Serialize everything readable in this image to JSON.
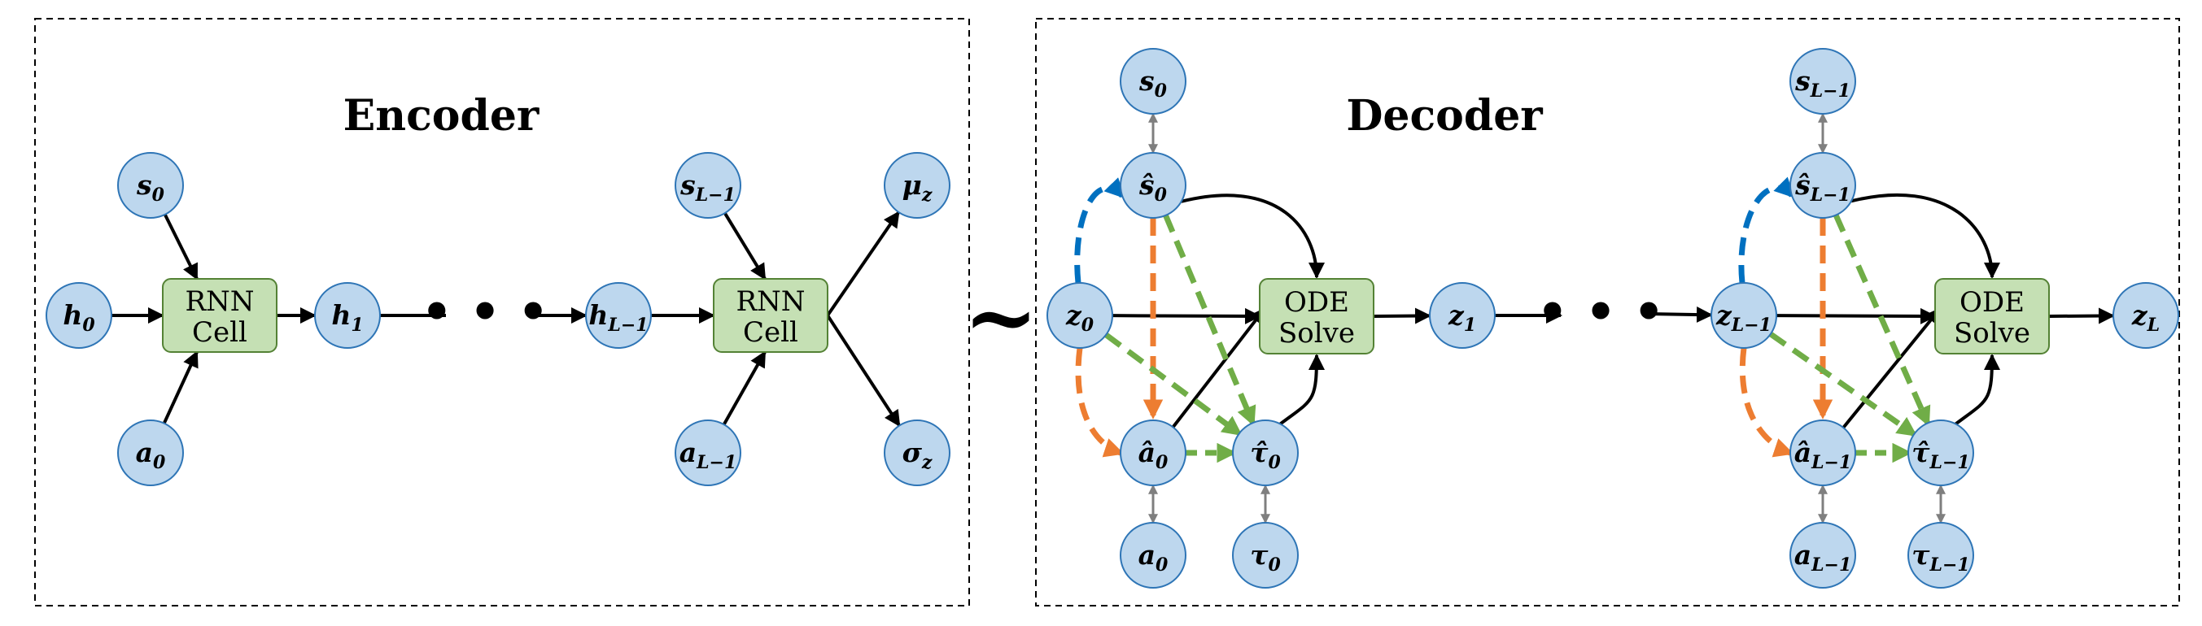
{
  "colors": {
    "node_fill": "#bdd7ee",
    "node_stroke": "#2e75b6",
    "block_fill": "#c5e0b4",
    "block_stroke": "#548235",
    "arrow_black": "#000000",
    "arrow_gray": "#7f7f7f",
    "arrow_blue": "#0070c0",
    "arrow_orange": "#ed7d31",
    "arrow_green": "#70ad47"
  },
  "encoder": {
    "title": "Encoder",
    "rnn_cell_label_1": "RNN",
    "rnn_cell_label_2": "Cell",
    "nodes": {
      "s0": {
        "base": "s",
        "sub": "0"
      },
      "h0": {
        "base": "h",
        "sub": "0"
      },
      "a0": {
        "base": "a",
        "sub": "0"
      },
      "h1": {
        "base": "h",
        "sub": "1"
      },
      "hL1": {
        "base": "h",
        "sub": "L−1"
      },
      "sL1": {
        "base": "s",
        "sub": "L−1"
      },
      "aL1": {
        "base": "a",
        "sub": "L−1"
      },
      "mu": {
        "base": "μ",
        "sub": "z"
      },
      "sigma": {
        "base": "σ",
        "sub": "z"
      }
    },
    "ellipsis": "• • •"
  },
  "separator": "~",
  "decoder": {
    "title": "Decoder",
    "ode_label_1": "ODE",
    "ode_label_2": "Solve",
    "nodes": {
      "s0": {
        "base": "s",
        "sub": "0"
      },
      "s0hat": {
        "base": "ŝ",
        "sub": "0"
      },
      "z0": {
        "base": "z",
        "sub": "0"
      },
      "a0hat": {
        "base": "â",
        "sub": "0"
      },
      "tau0hat": {
        "base": "τ̂",
        "sub": "0"
      },
      "a0": {
        "base": "a",
        "sub": "0"
      },
      "tau0": {
        "base": "τ",
        "sub": "0"
      },
      "z1": {
        "base": "z",
        "sub": "1"
      },
      "sL1": {
        "base": "s",
        "sub": "L−1"
      },
      "sL1hat": {
        "base": "ŝ",
        "sub": "L−1"
      },
      "zL1": {
        "base": "z",
        "sub": "L−1"
      },
      "aL1hat": {
        "base": "â",
        "sub": "L−1"
      },
      "tauL1hat": {
        "base": "τ̂",
        "sub": "L−1"
      },
      "aL1": {
        "base": "a",
        "sub": "L−1"
      },
      "tauL1": {
        "base": "τ",
        "sub": "L−1"
      },
      "zL": {
        "base": "z",
        "sub": "L"
      }
    },
    "ellipsis": "• • •"
  }
}
